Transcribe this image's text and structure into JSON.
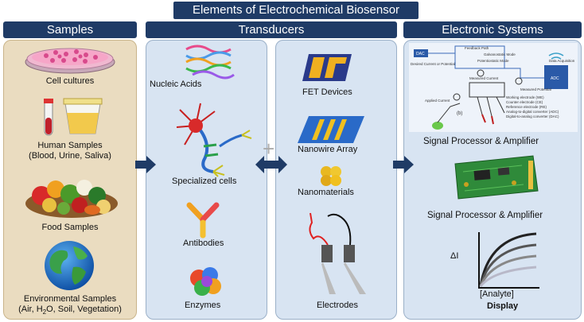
{
  "title": "Elements of Electrochemical Biosensor",
  "headers": {
    "samples": "Samples",
    "transducers": "Transducers",
    "electronic": "Electronic Systems"
  },
  "samples": {
    "cell_cultures": "Cell cultures",
    "human_line1": "Human Samples",
    "human_line2": "(Blood, Urine, Saliva)",
    "food": "Food Samples",
    "env_line1": "Environmental Samples",
    "env_line2_pre": "(Air, H",
    "env_line2_sub": "2",
    "env_line2_post": "O, Soil, Vegetation)"
  },
  "bio_recognition": {
    "nucleic_acids": "Nucleic Acids",
    "specialized_cells": "Specialized cells",
    "antibodies": "Antibodies",
    "enzymes": "Enzymes"
  },
  "transducer_types": {
    "fet": "FET Devices",
    "nanowire": "Nanowire Array",
    "nanomaterials": "Nanomaterials",
    "electrodes": "Electrodes"
  },
  "electronics": {
    "processor1": "Signal Processor & Amplifier",
    "processor2": "Signal Processor & Amplifier",
    "display": "Display",
    "xlabel": "[Analyte]",
    "ylabel": "ΔI"
  },
  "circuit": {
    "dac": "DAC",
    "adc": "ADC",
    "feedback": "Feedback Path",
    "potentiostatic": "Potentiostatic Mode",
    "galvanostatic": "Galvanostatic Mode",
    "measured_current": "Measured Current",
    "measured_potential": "Measured Potential",
    "desired": "Desired Current or Potential",
    "applied": "Applied Current",
    "data_acq": "Data Acquisition",
    "b_label": "(b)",
    "legend": [
      "Working electrode (WE)",
      "Counter electrode (CE)",
      "Reference electrode (RE)",
      "Analog-to-digital converter (ADC)",
      "Digital-to-analog converter (DAC)"
    ]
  },
  "colors": {
    "header": "#1f3b66",
    "samples_bg": "#eadcc0",
    "panel_bg": "#d8e4f2",
    "arrow": "#1f3b66"
  }
}
